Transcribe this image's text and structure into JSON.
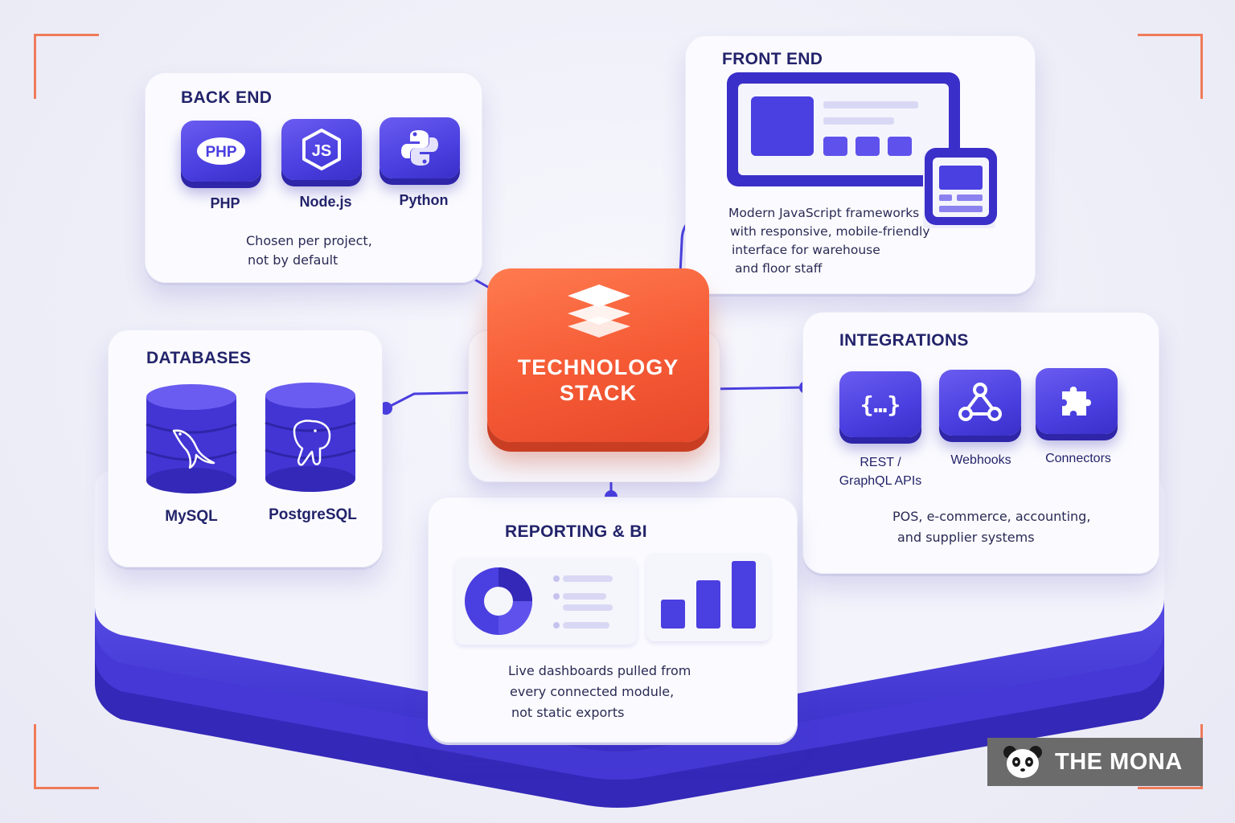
{
  "center": {
    "title_line1": "TECHNOLOGY",
    "title_line2": "STACK",
    "icon": "layers-icon"
  },
  "back_end": {
    "title": "BACK END",
    "items": [
      {
        "label": "PHP",
        "icon": "php-icon",
        "badge": "PHP"
      },
      {
        "label": "Node.js",
        "icon": "nodejs-icon",
        "badge": "JS"
      },
      {
        "label": "Python",
        "icon": "python-icon"
      }
    ],
    "desc_line1": "Chosen per project,",
    "desc_line2": "not by default"
  },
  "front_end": {
    "title": "FRONT END",
    "icon": "responsive-devices-icon",
    "desc_line1": "Modern JavaScript frameworks",
    "desc_line2": "with responsive, mobile-friendly",
    "desc_line3": "interface for warehouse",
    "desc_line4": "and floor staff"
  },
  "databases": {
    "title": "DATABASES",
    "items": [
      {
        "label": "MySQL",
        "icon": "mysql-dolphin-icon"
      },
      {
        "label": "PostgreSQL",
        "icon": "postgresql-elephant-icon"
      }
    ]
  },
  "integrations": {
    "title": "INTEGRATIONS",
    "items": [
      {
        "label_line1": "REST /",
        "label_line2": "GraphQL APIs",
        "icon": "api-braces-icon",
        "glyph": "{…}"
      },
      {
        "label_line1": "Webhooks",
        "icon": "webhook-icon"
      },
      {
        "label_line1": "Connectors",
        "icon": "puzzle-piece-icon"
      }
    ],
    "desc_line1": "POS, e-commerce, accounting,",
    "desc_line2": "and supplier systems"
  },
  "reporting": {
    "title": "REPORTING & BI",
    "icons": [
      "donut-chart-icon",
      "bar-chart-icon"
    ],
    "desc_line1": "Live dashboards pulled from",
    "desc_line2": "every connected module,",
    "desc_line3": "not static exports"
  },
  "brand": {
    "name": "THE MONA",
    "icon": "panda-logo-icon"
  },
  "colors": {
    "accent": "#f55a35",
    "primary": "#4a3fe0",
    "text": "#23236b"
  }
}
